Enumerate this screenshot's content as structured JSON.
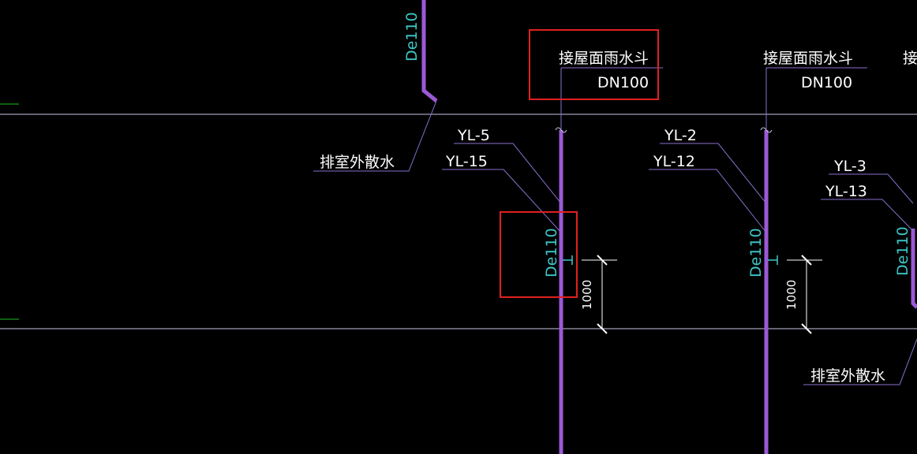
{
  "colors": {
    "background": "#000000",
    "pipe": "#9b59d6",
    "leader": "#8a6fd0",
    "floor_line": "#c8c8e6",
    "text": "#ffffff",
    "pipe_size_text": "#3fc8c8",
    "highlight": "#e02020",
    "level_mark": "#1fc01f"
  },
  "labels": {
    "roof_drain_1": "接屋面雨水斗",
    "roof_drain_1_size": "DN100",
    "roof_drain_2": "接屋面雨水斗",
    "roof_drain_2_size": "DN100",
    "roof_drain_3_partial": "接",
    "outdoor_drain_1": "排室外散水",
    "outdoor_drain_2": "排室外散水",
    "pipe_ids_1": [
      "YL-5",
      "YL-15"
    ],
    "pipe_ids_2": [
      "YL-2",
      "YL-12"
    ],
    "pipe_ids_3": [
      "YL-3",
      "YL-13"
    ],
    "pipe_size_top": "De110",
    "pipe_size_1": "De110",
    "pipe_size_2": "De110",
    "pipe_size_3": "De110",
    "dimension_1": "1000",
    "dimension_2": "1000"
  }
}
